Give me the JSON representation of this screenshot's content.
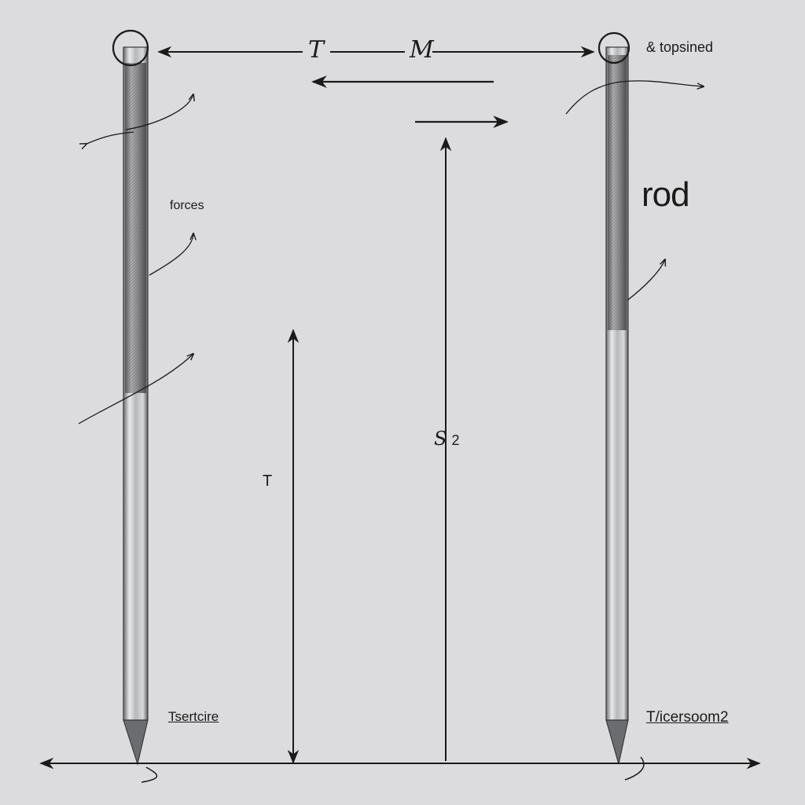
{
  "labels": {
    "top_right_note": "& topsined",
    "rod": "rod",
    "forces": "forces",
    "top_t": "T",
    "top_m": "M",
    "middle_t": "T",
    "center_s": "S",
    "center_subscript": "2",
    "bottom_left": "Tsertcire",
    "bottom_right": "T/icersoom2"
  },
  "colors": {
    "background": "#dcdcde",
    "ink": "#1a1a1a",
    "rod_metal": "#b9bbbe",
    "rod_grip": "#9a9a9c"
  },
  "icons": [
    "arrow",
    "rod",
    "ring",
    "pencil-tip"
  ]
}
